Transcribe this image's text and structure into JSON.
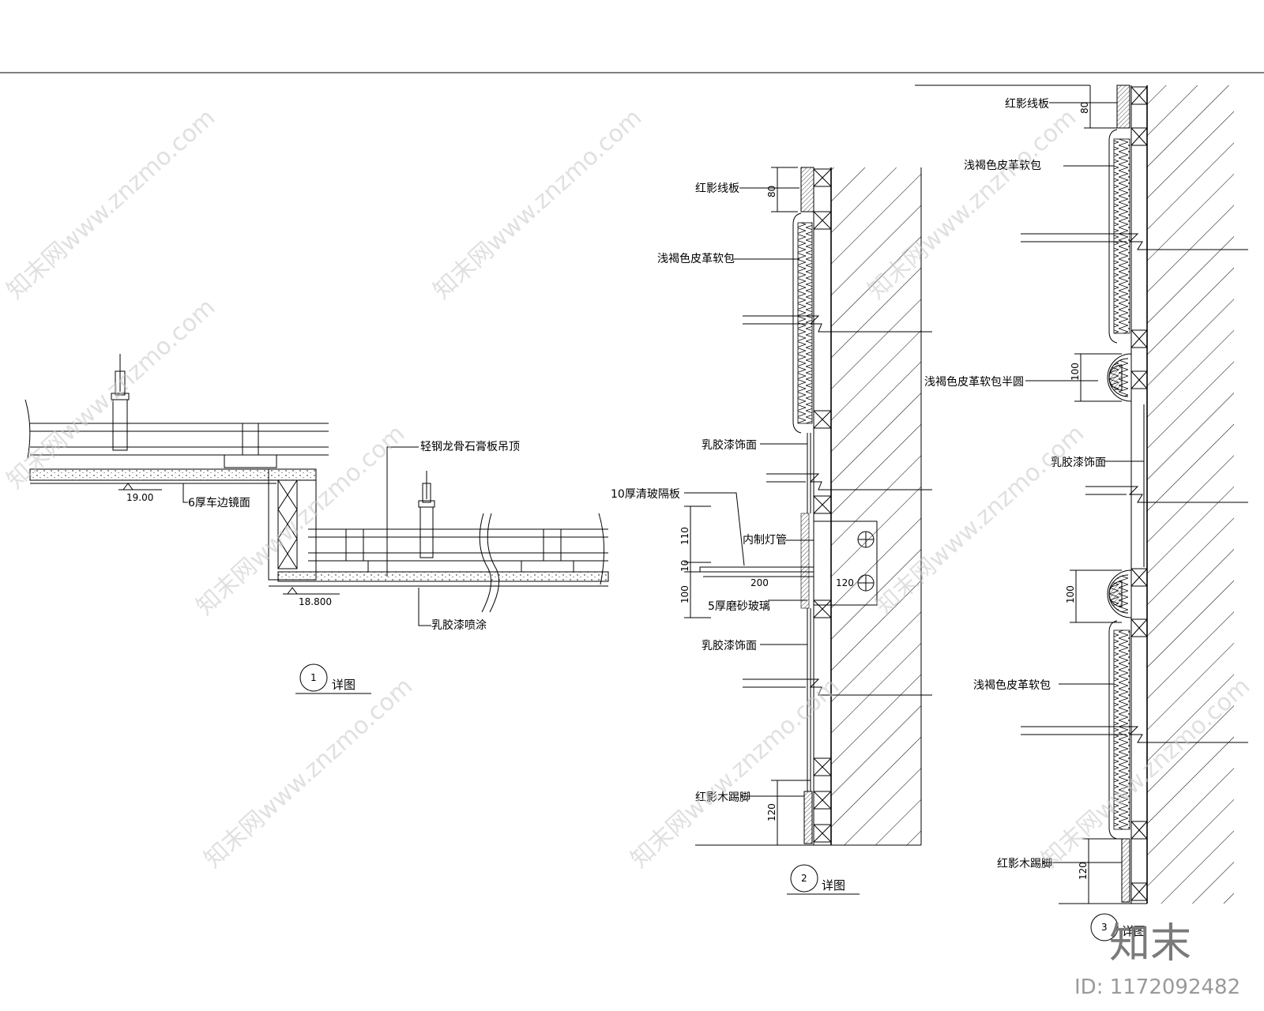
{
  "detail1": {
    "ceiling_label": "轻钢龙骨石膏板吊顶",
    "mirror_label": "6厚车边镜面",
    "paint_spray_label": "乳胶漆喷涂",
    "elev_upper": "19.00",
    "elev_lower": "18.800",
    "title_num": "1",
    "title_text": "详图"
  },
  "detail2": {
    "moulding_label": "红影线板",
    "leather_label": "浅褐色皮革软包",
    "paint_label_upper": "乳胶漆饰面",
    "glass_partition_label": "10厚清玻隔板",
    "lamp_label": "内制灯管",
    "frosted_glass_label": "5厚磨砂玻璃",
    "paint_label_lower": "乳胶漆饰面",
    "skirting_label": "红影木踢脚",
    "dim_80": "80",
    "dim_110": "110",
    "dim_10": "10",
    "dim_100": "100",
    "dim_200": "200",
    "dim_120_lamp": "120",
    "dim_120_skirt": "120",
    "title_num": "2",
    "title_text": "详图"
  },
  "detail3": {
    "moulding_label": "红影线板",
    "leather_label_upper": "浅褐色皮革软包",
    "half_round_label": "浅褐色皮革软包半圆",
    "paint_label": "乳胶漆饰面",
    "leather_label_lower": "浅褐色皮革软包",
    "skirting_label": "红影木踢脚",
    "dim_80": "80",
    "dim_100_upper": "100",
    "dim_100_lower": "100",
    "dim_120": "120",
    "title_num": "3",
    "title_text": "详图"
  },
  "watermark": {
    "text": "知末网www.znzmo.com",
    "brand": "知末",
    "image_id": "ID: 1172092482"
  }
}
